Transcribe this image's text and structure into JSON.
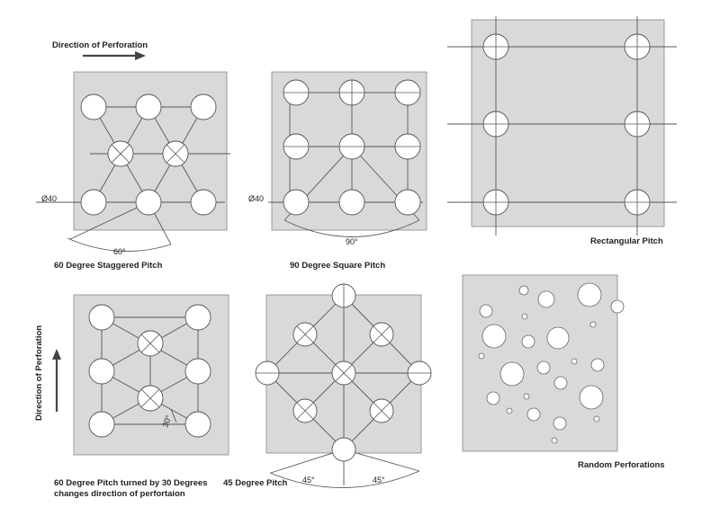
{
  "arrow_top": {
    "label": "Direction of Perforation"
  },
  "arrow_side": {
    "label": "Direction of Perforation"
  },
  "panels": {
    "staggered": {
      "caption": "60 Degree Staggered Pitch",
      "diameter": "Ø40",
      "angle": "60°"
    },
    "square": {
      "caption": "90 Degree Square Pitch",
      "diameter": "Ø40",
      "angle": "90°"
    },
    "rectangular": {
      "caption": "Rectangular Pitch"
    },
    "turned": {
      "caption_line1": "60 Degree Pitch turned by 30 Degrees",
      "caption_line2": "changes direction of perfortaion",
      "angle": "30°"
    },
    "forty_five": {
      "caption": "45 Degree Pitch",
      "angle_left": "45°",
      "angle_right": "45°"
    },
    "random": {
      "caption": "Random Perforations"
    }
  },
  "colors": {
    "panel": "#d9d9d9",
    "hole": "#ffffff",
    "line": "#555555",
    "ink": "#222222"
  }
}
